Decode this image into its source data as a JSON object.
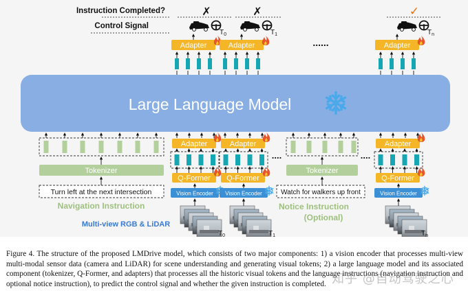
{
  "figure": {
    "instruction_completed_label": "Instruction Completed?",
    "control_signal_label": "Control Signal",
    "cross_mark": "✗",
    "check_mark": "✓",
    "adapter_label": "Adapter",
    "llm_label": "Large Language Model",
    "tokenizer_label": "Tokenizer",
    "qformer_label": "Q-Former",
    "vision_encoder_label": "Vision Encoder",
    "ellipsis": "......",
    "ellipsis_short": "....",
    "nav_instruction_text": "Turn left at the next intersection",
    "notice_instruction_text": "Watch for walkers up front",
    "navigation_instruction_label": "Navigation Instruction",
    "notice_instruction_label": "Notice Instruction",
    "optional_label": "(Optional)",
    "sensor_label": "Multi-view RGB & LiDAR",
    "time_labels": {
      "t0": "T",
      "t0_sub": "0",
      "t1": "T",
      "t1_sub": "1",
      "tn": "T",
      "tn_sub": "n"
    },
    "colors": {
      "adapter": "#f4b526",
      "token_teal": "#17a6b4",
      "llm_blue": "#88aee4",
      "tokenizer_green": "#b3cf9c",
      "vision_encoder": "#3b8fd4",
      "nav_label": "#9ec07e",
      "sensor_label": "#3a7ad0",
      "frozen": "#4aa9ea",
      "fire": "#e8542b"
    }
  },
  "caption": {
    "text": "Figure 4.  The structure of the proposed LMDrive model, which consists of two major components: 1) a vision encoder that processes multi-view multi-modal sensor data (camera and LiDAR) for scene understanding and generating visual tokens; 2) a large language model and its associated component (tokenizer, Q-Former, and adapters) that processes all the historic visual tokens and the language instructions (navigation instruction and optional notice instruction), to predict the control signal and whether the given instruction is completed."
  },
  "watermark": "知乎 @自动驾驶之心"
}
